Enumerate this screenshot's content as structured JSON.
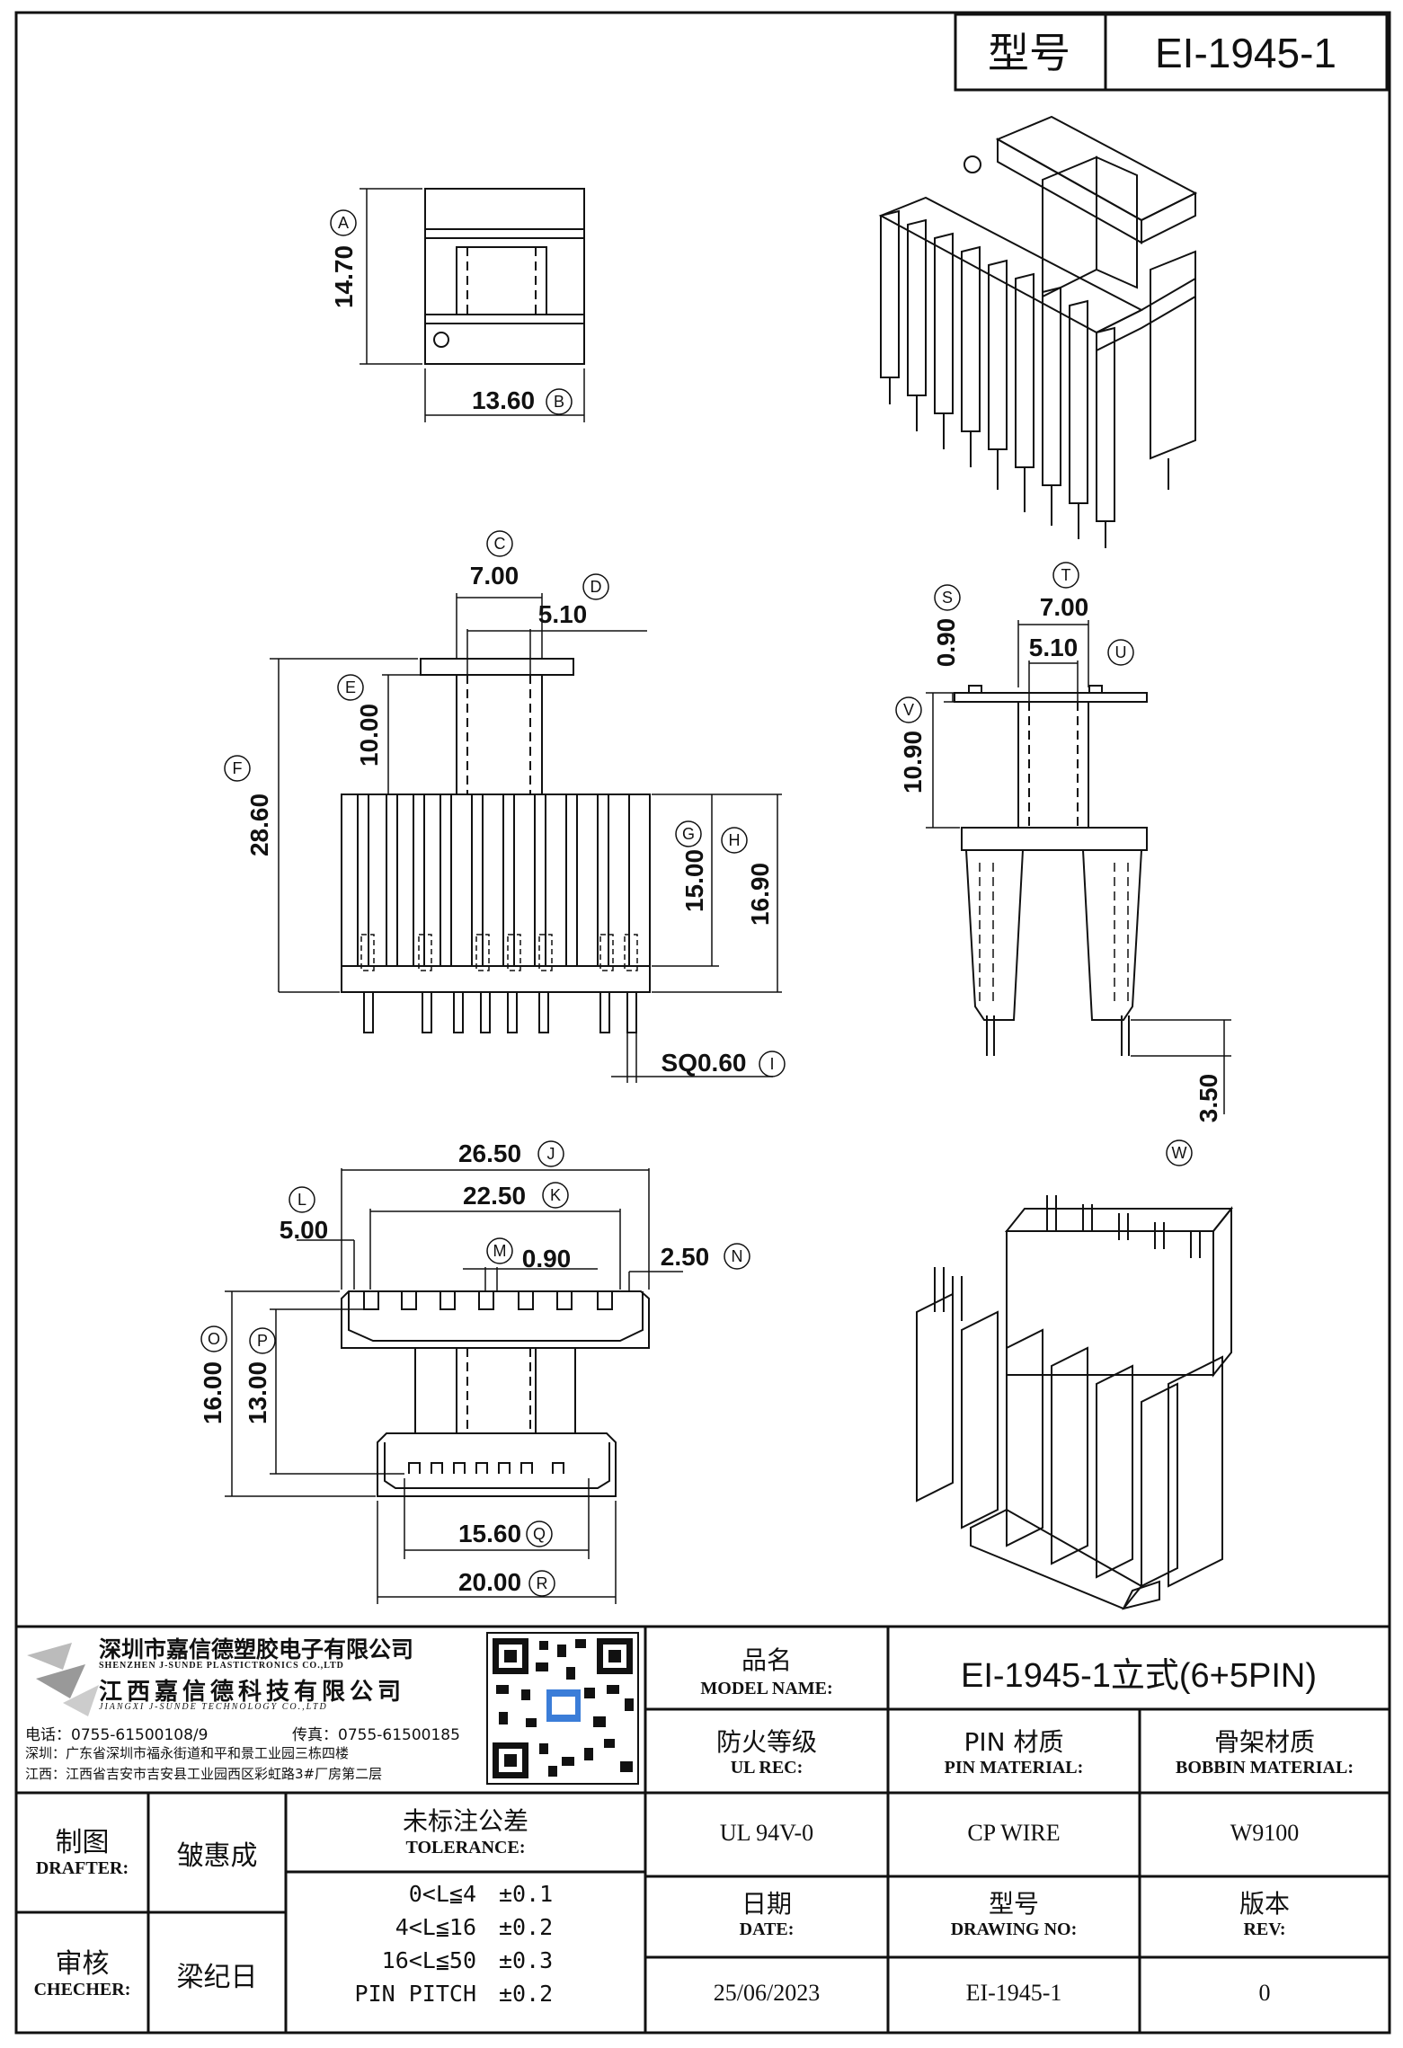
{
  "header": {
    "model_label": "型号",
    "model_value": "EI-1945-1"
  },
  "dimensions": {
    "A": "14.70",
    "B": "13.60",
    "C": "7.00",
    "D": "5.10",
    "E": "10.00",
    "F": "28.60",
    "G": "15.00",
    "H": "16.90",
    "I": "SQ0.60",
    "J": "26.50",
    "K": "22.50",
    "L": "5.00",
    "M": "0.90",
    "N": "2.50",
    "O": "16.00",
    "P": "13.00",
    "Q": "15.60",
    "R": "20.00",
    "S": "0.90",
    "T": "7.00",
    "U": "5.10",
    "V": "10.90",
    "W": "3.50"
  },
  "markers": {
    "A": "A",
    "B": "B",
    "C": "C",
    "D": "D",
    "E": "E",
    "F": "F",
    "G": "G",
    "H": "H",
    "I": "I",
    "J": "J",
    "K": "K",
    "L": "L",
    "M": "M",
    "N": "N",
    "O": "O",
    "P": "P",
    "Q": "Q",
    "R": "R",
    "S": "S",
    "T": "T",
    "U": "U",
    "V": "V",
    "W": "W"
  },
  "company": {
    "name_cn_1": "深圳市嘉信德塑胶电子有限公司",
    "name_en_1": "SHENZHEN J-SUNDE PLASTICTRONICS CO.,LTD",
    "name_cn_2": "江西嘉信德科技有限公司",
    "name_en_2": "JIANGXI J-SUNDE TECHNOLOGY CO.,LTD",
    "phone": "电话：0755-61500108/9",
    "fax": "传真：0755-61500185",
    "addr_sz": "深圳：广东省深圳市福永街道和平和景工业园三栋四楼",
    "addr_jx": "江西：江西省吉安市吉安县工业园西区彩虹路3#厂房第二层"
  },
  "title_block": {
    "model_name_cn": "品名",
    "model_name_en": "MODEL NAME:",
    "model_name_value": "EI-1945-1立式(6+5PIN)",
    "ul_cn": "防火等级",
    "ul_en": "UL REC:",
    "ul_value": "UL 94V-0",
    "pin_cn": "PIN 材质",
    "pin_en": "PIN MATERIAL:",
    "pin_value": "CP WIRE",
    "bobbin_cn": "骨架材质",
    "bobbin_en": "BOBBIN MATERIAL:",
    "bobbin_value": "W9100",
    "date_cn": "日期",
    "date_en": "DATE:",
    "date_value": "25/06/2023",
    "drawing_cn": "型号",
    "drawing_en": "DRAWING NO:",
    "drawing_value": "EI-1945-1",
    "rev_cn": "版本",
    "rev_en": "REV:",
    "rev_value": "0",
    "drafter_cn": "制图",
    "drafter_en": "DRAFTER:",
    "drafter_name": "皱惠成",
    "checker_cn": "审核",
    "checker_en": "CHECHER:",
    "checker_name": "梁纪日",
    "tolerance_cn": "未标注公差",
    "tolerance_en": "TOLERANCE:",
    "tolerances": [
      {
        "range": "0<L≦4",
        "value": "±0.1"
      },
      {
        "range": "4<L≦16",
        "value": "±0.2"
      },
      {
        "range": "16<L≦50",
        "value": "±0.3"
      },
      {
        "range": "PIN PITCH",
        "value": "±0.2"
      }
    ]
  }
}
